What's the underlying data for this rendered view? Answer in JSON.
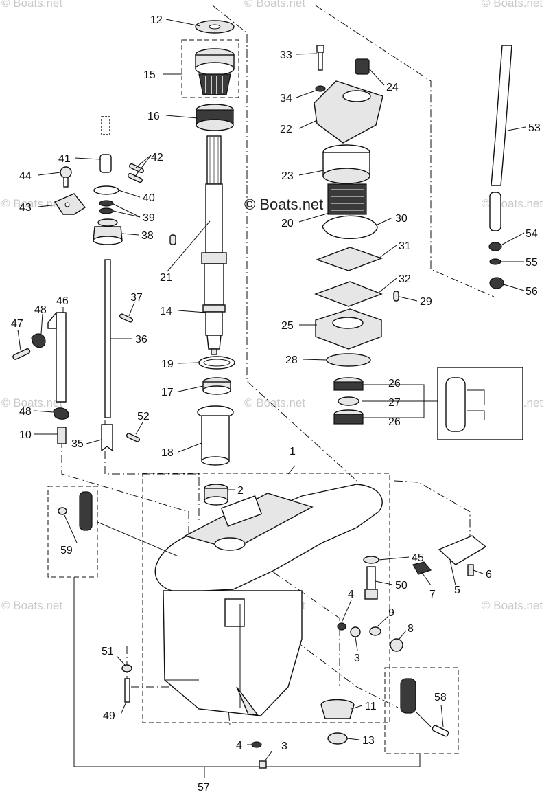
{
  "watermark": {
    "brand": "© Boats.net",
    "repeat_text": "© Boats.net"
  },
  "callouts": {
    "c1": "1",
    "c2": "2",
    "c3": "3",
    "c3b": "3",
    "c4": "4",
    "c4b": "4",
    "c5": "5",
    "c6": "6",
    "c7": "7",
    "c8": "8",
    "c9": "9",
    "c10": "10",
    "c11": "11",
    "c12": "12",
    "c13": "13",
    "c14": "14",
    "c15": "15",
    "c16": "16",
    "c17": "17",
    "c18": "18",
    "c19": "19",
    "c20": "20",
    "c21": "21",
    "c22": "22",
    "c23": "23",
    "c24": "24",
    "c25": "25",
    "c26": "26",
    "c26b": "26",
    "c27": "27",
    "c28": "28",
    "c29": "29",
    "c30": "30",
    "c31": "31",
    "c32": "32",
    "c33": "33",
    "c34": "34",
    "c35": "35",
    "c36": "36",
    "c37": "37",
    "c38": "38",
    "c39": "39",
    "c40": "40",
    "c41": "41",
    "c42": "42",
    "c43": "43",
    "c44": "44",
    "c45": "45",
    "c46": "46",
    "c47": "47",
    "c48": "48",
    "c48b": "48",
    "c49": "49",
    "c50": "50",
    "c51": "51",
    "c52": "52",
    "c53": "53",
    "c54": "54",
    "c55": "55",
    "c56": "56",
    "c57": "57",
    "c58": "58",
    "c59": "59"
  }
}
